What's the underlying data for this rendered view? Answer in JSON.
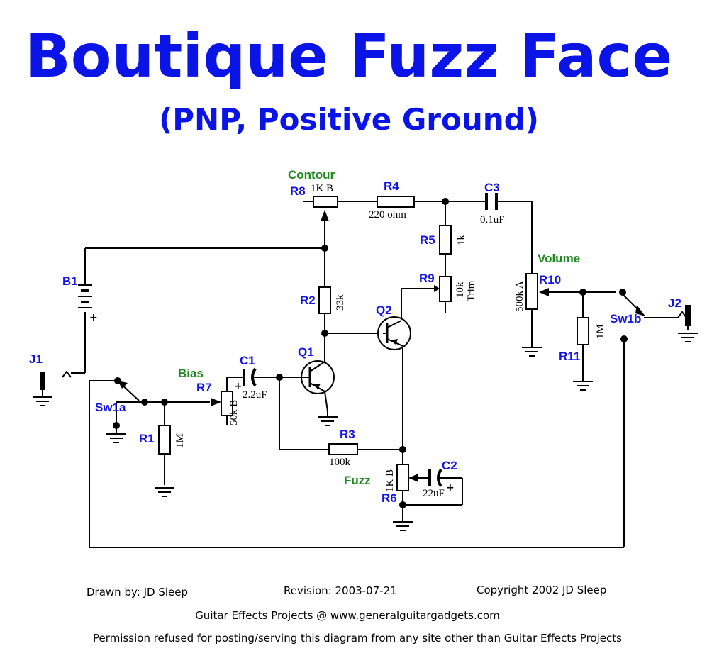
{
  "title": "Boutique Fuzz Face",
  "subtitle": "(PNP, Positive Ground)",
  "controls": {
    "contour": "Contour",
    "volume": "Volume",
    "bias": "Bias",
    "fuzz": "Fuzz"
  },
  "components": {
    "r8": {
      "ref": "R8",
      "value": "1K B"
    },
    "r4": {
      "ref": "R4",
      "value": "220 ohm"
    },
    "c3": {
      "ref": "C3",
      "value": "0.1uF"
    },
    "r5": {
      "ref": "R5",
      "value": "1k"
    },
    "r9": {
      "ref": "R9",
      "value": "10k",
      "value2": "Trim"
    },
    "r10": {
      "ref": "R10",
      "value": "500k A"
    },
    "r11": {
      "ref": "R11",
      "value": "1M"
    },
    "r2": {
      "ref": "R2",
      "value": "33k"
    },
    "q1": {
      "ref": "Q1"
    },
    "q2": {
      "ref": "Q2"
    },
    "b1": {
      "ref": "B1",
      "polarity": "+"
    },
    "j1": {
      "ref": "J1"
    },
    "j2": {
      "ref": "J2"
    },
    "sw1a": {
      "ref": "Sw1a"
    },
    "sw1b": {
      "ref": "Sw1b"
    },
    "r7": {
      "ref": "R7",
      "value": "50k B"
    },
    "c1": {
      "ref": "C1",
      "value": "2.2uF",
      "polarity": "+"
    },
    "r1": {
      "ref": "R1",
      "value": "1M"
    },
    "r3": {
      "ref": "R3",
      "value": "100k"
    },
    "r6": {
      "ref": "R6",
      "value": "1K B"
    },
    "c2": {
      "ref": "C2",
      "value": "22uF",
      "polarity": "+"
    }
  },
  "footer": {
    "drawn_by": "Drawn by: JD Sleep",
    "revision": "Revision:  2003-07-21",
    "copyright": "Copyright 2002 JD Sleep",
    "site": "Guitar Effects Projects @ www.generalguitargadgets.com",
    "permission": "Permission refused for posting/serving this diagram from any site other than Guitar Effects Projects"
  },
  "colors": {
    "title": "#0a14e6",
    "reference": "#1414e6",
    "control": "#1f8a1f",
    "wire": "#000000"
  }
}
